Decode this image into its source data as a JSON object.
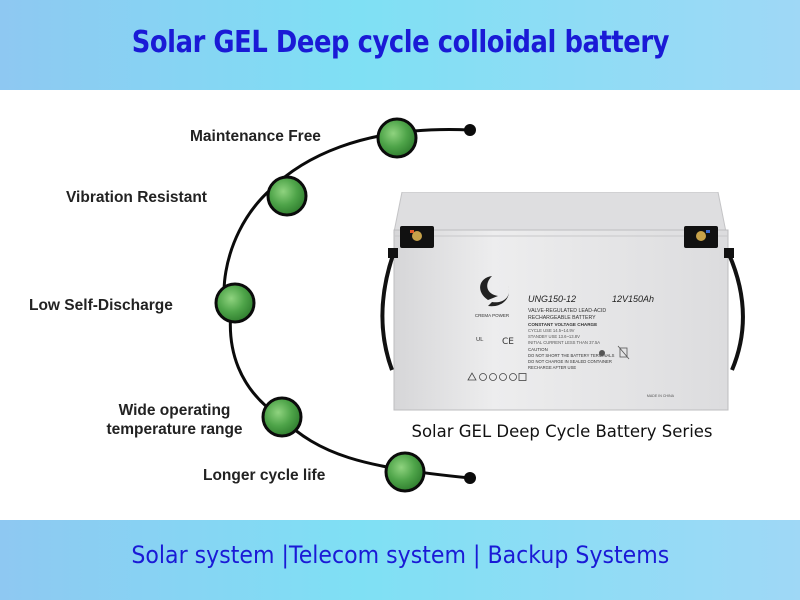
{
  "header": {
    "title": "Solar GEL Deep cycle colloidal battery"
  },
  "features": [
    {
      "label": "Maintenance Free"
    },
    {
      "label": "Vibration Resistant"
    },
    {
      "label": "Low Self-Discharge"
    },
    {
      "label": "Wide operating temperature range"
    },
    {
      "label": "Longer cycle life"
    }
  ],
  "battery": {
    "brand": "CREMA POWER",
    "model": "UNG150-12",
    "rating": "12V150Ah",
    "type_line1": "VALVE-REGULATED LEAD-ACID",
    "type_line2": "RECHARGEABLE BATTERY",
    "charge_title": "CONSTANT VOLTAGE CHARGE",
    "cycle_use": "CYCLE USE 14.5~14.9V",
    "standby_use": "STANDBY USE 13.6~13.8V",
    "initial_current": "INITIAL CURRENT LESS THAN 37.5A",
    "caution": "CAUTION",
    "warn1": "DO NOT SHORT THE BATTERY TERMINALS",
    "warn2": "DO NOT CHARGE IN SEALED CONTAINER",
    "warn3": "RECHARGE AFTER USE",
    "made_in": "MADE IN CHINA",
    "caption": "Solar GEL Deep Cycle Battery Series"
  },
  "footer": {
    "text": "Solar system |Telecom system | Backup Systems"
  },
  "colors": {
    "title_blue": "#1a1ad6",
    "node_green": "#3f9a3f",
    "node_border": "#0b0b0b",
    "battery_body": "#e4e4e6"
  }
}
